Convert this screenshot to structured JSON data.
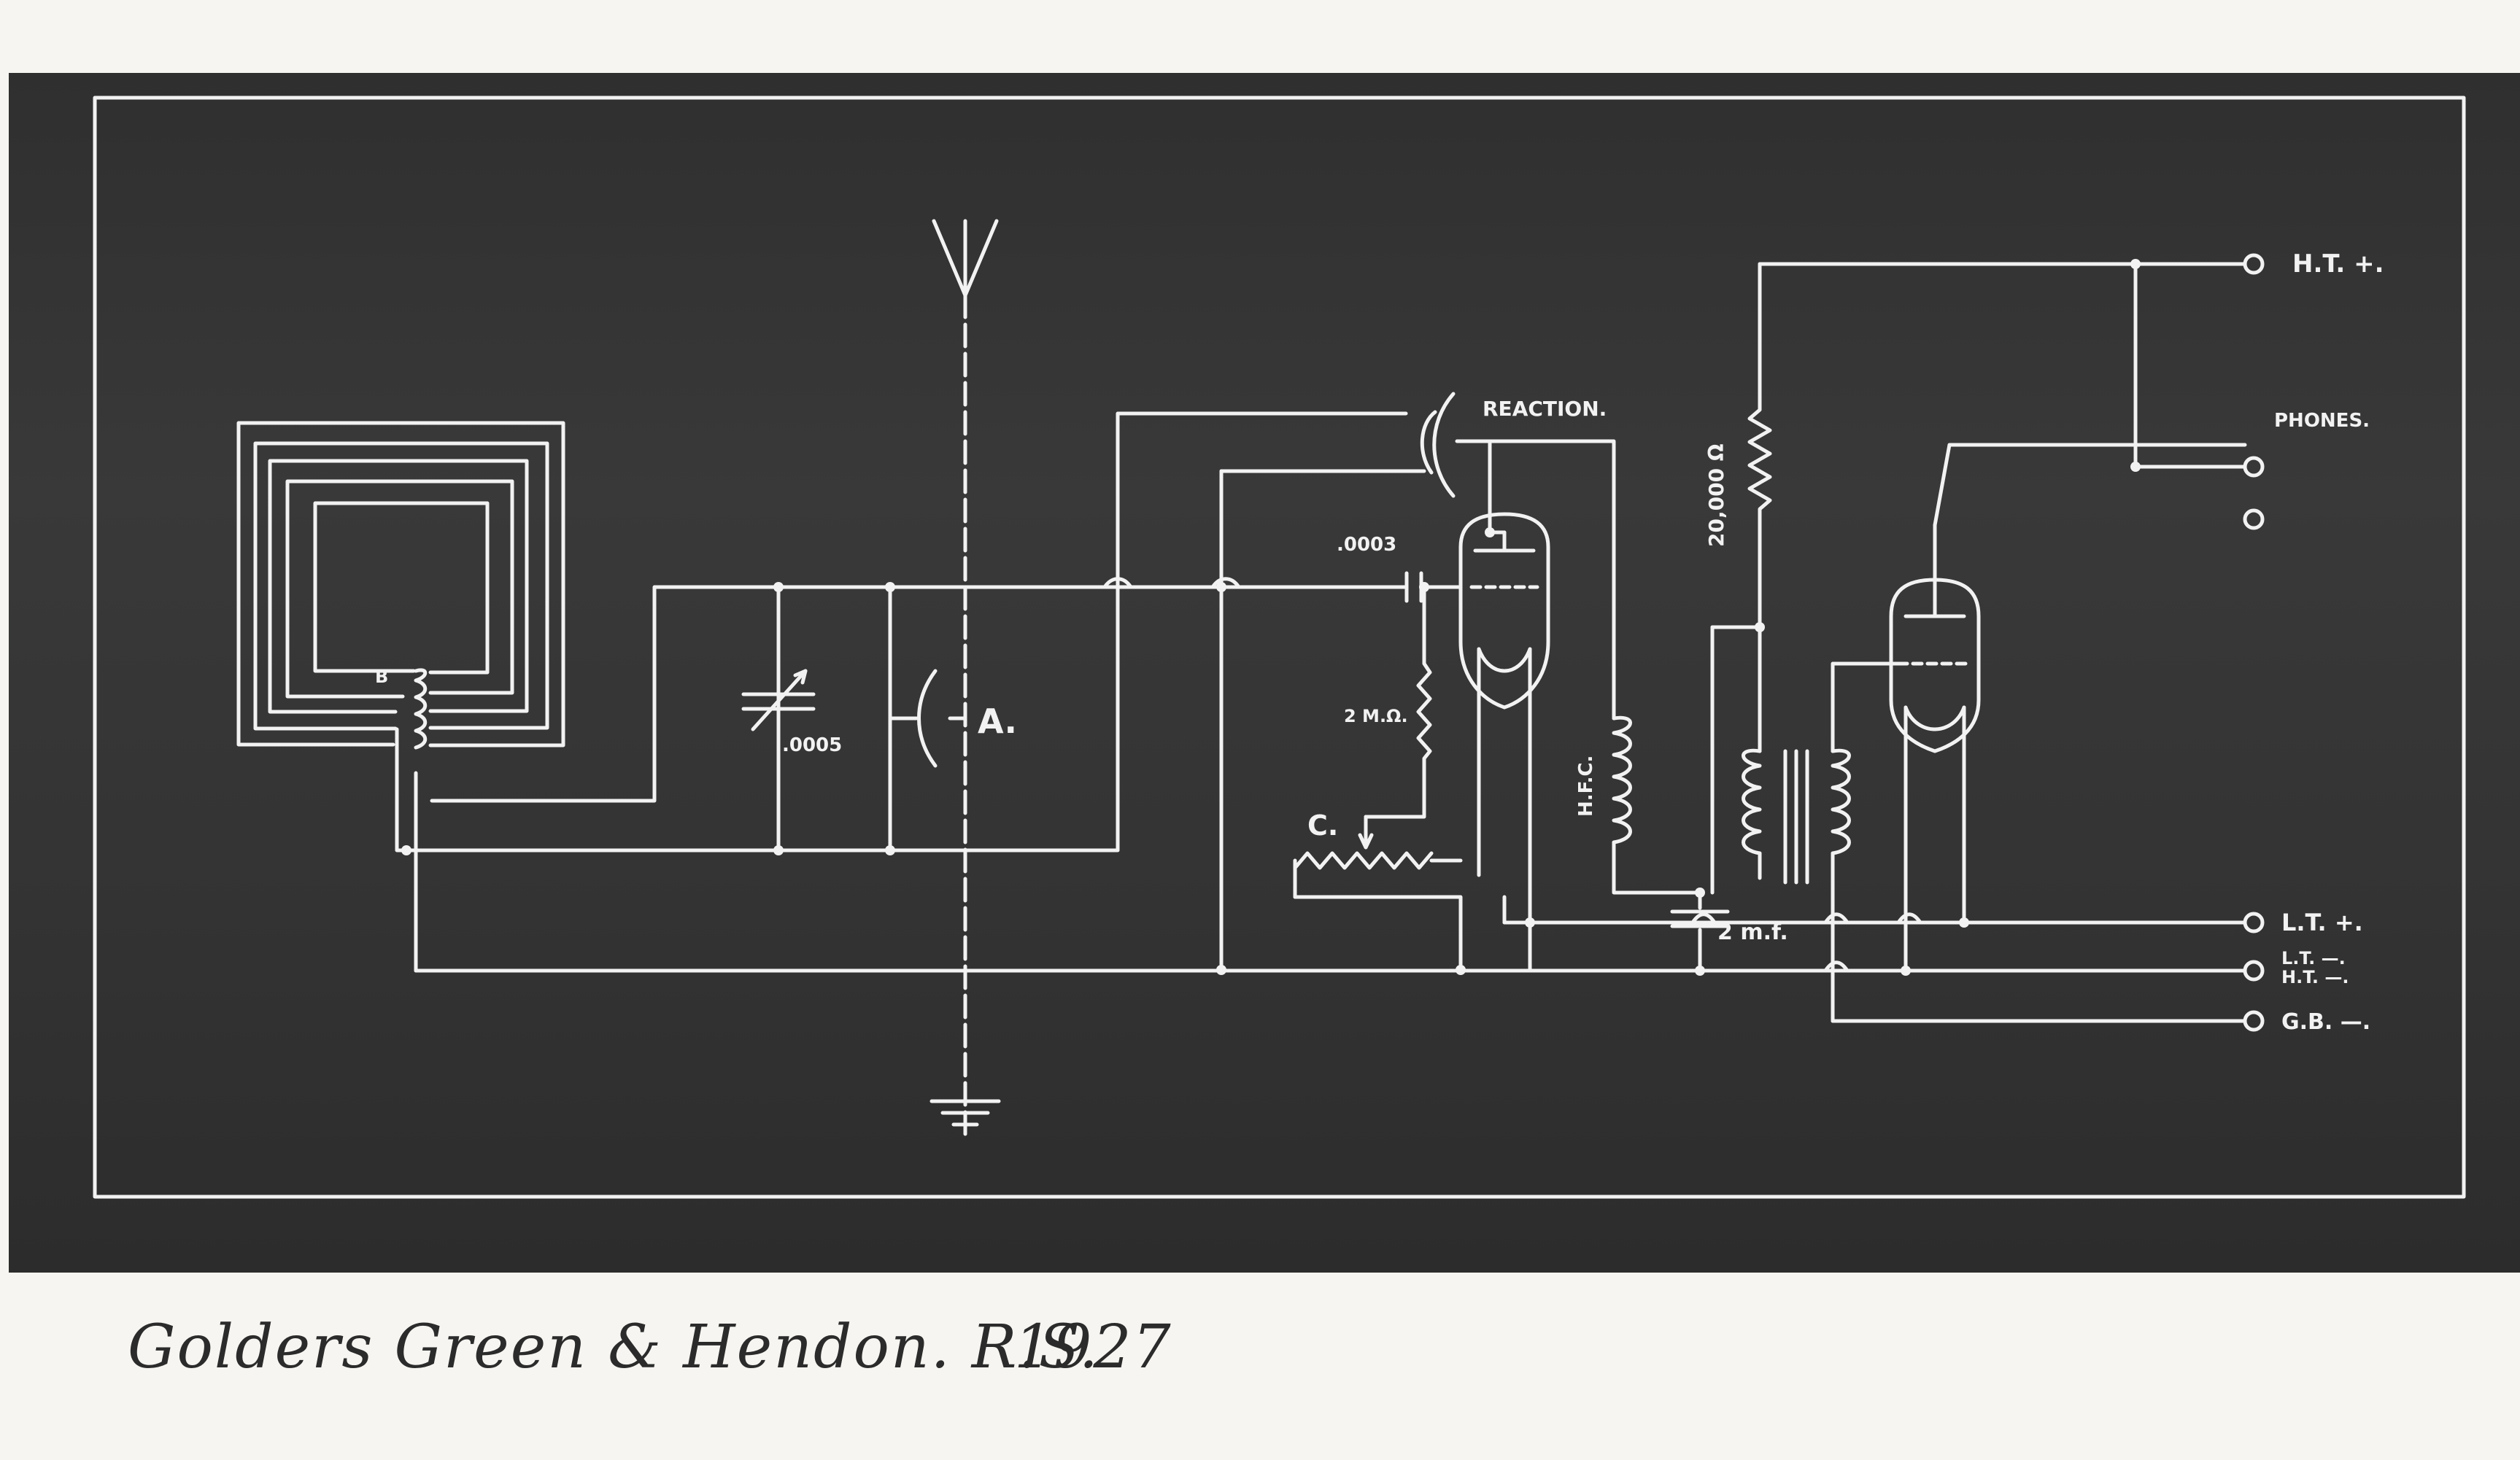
{
  "caption": {
    "text": "Golders Green & Hendon. R.S.",
    "year": "1927"
  },
  "labels": {
    "aerial_coupling": "A.",
    "frame_tap": "B",
    "filament_rheostat": "C.",
    "tuning_capacitor": ".0005",
    "grid_capacitor": ".0003",
    "grid_leak": "2 M.Ω.",
    "reaction": "REACTION.",
    "hfc": "H.F.C.",
    "anode_resistor": "20,000 Ω",
    "bypass_capacitor": "2 m.f."
  },
  "terminals": [
    {
      "id": "ht-plus",
      "label": "H.T. +."
    },
    {
      "id": "phones-1",
      "label": "PHONES."
    },
    {
      "id": "phones-2",
      "label": ""
    },
    {
      "id": "lt-plus",
      "label": "L.T. +."
    },
    {
      "id": "lt-minus",
      "label": "L.T. —."
    },
    {
      "id": "ht-minus",
      "label": "H.T. —."
    },
    {
      "id": "gb-minus",
      "label": "G.B. —."
    }
  ],
  "colors": {
    "board": "#333333",
    "line": "#f2f2f2",
    "paper": "#f6f5f1",
    "ink": "#2b2b2b"
  }
}
